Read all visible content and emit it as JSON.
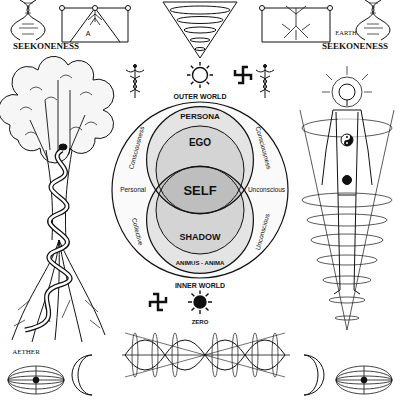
{
  "diagram": {
    "nodes": [
      {
        "text": [
          "PERSONA",
          "EGO"
        ]
      },
      {
        "text": [
          "SHADOW",
          "ANIMUS - ANIMA"
        ]
      }
    ],
    "labels": [
      "SEEKONENESS",
      "A",
      "EARTH",
      "SEEKONENESS",
      "OUTER WORLD",
      "Consciousness",
      "Consciousness",
      "Personal",
      "SELF",
      "Unconscious",
      "Collective",
      "Unconscious",
      "INNER WORLD",
      "ZERO",
      "AETHER"
    ]
  }
}
